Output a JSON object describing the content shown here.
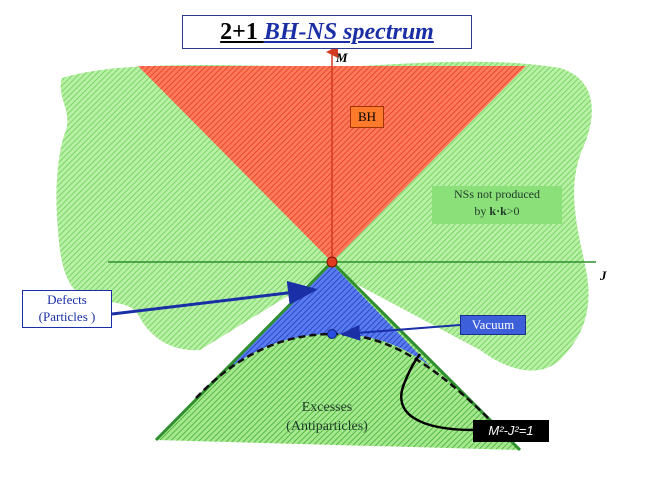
{
  "title": {
    "main": "2+1 ",
    "sub": "BH-NS spectrum"
  },
  "axes": {
    "vertical": "M",
    "horizontal": "J"
  },
  "regions": {
    "bh": "BH",
    "ns_line1": "NSs not produced",
    "ns_line2_prefix": "by ",
    "ns_line2_bold": "k·k",
    "ns_line2_suffix": ">0",
    "excess_line1": "Excesses",
    "excess_line2": "(Antiparticles)"
  },
  "callouts": {
    "defects_line1": "Defects",
    "defects_line2": "(Particles )",
    "vacuum": "Vacuum",
    "equation": "M²-J²=1"
  },
  "colors": {
    "bh_region": "#ff6b4a",
    "ns_region": "#8ee07c",
    "defect_region": "#2f54d8",
    "axis": "#2f8f2f",
    "arrow": "#1a2fa6"
  }
}
